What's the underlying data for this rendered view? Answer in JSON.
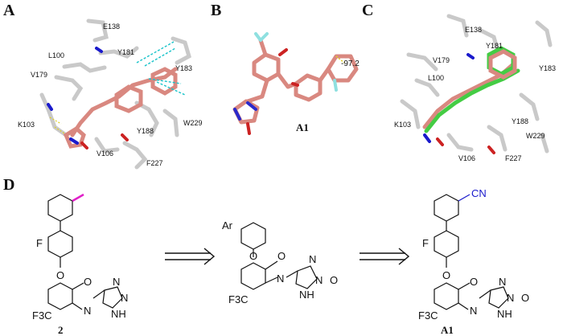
{
  "panels": {
    "a": "A",
    "b": "B",
    "c": "C",
    "d": "D"
  },
  "panel_a": {
    "residues": [
      "E138",
      "Y181",
      "L100",
      "V179",
      "Y183",
      "K103",
      "Y188",
      "W229",
      "V106",
      "F227"
    ]
  },
  "panel_b": {
    "angle": "-97.2",
    "compound": "A1"
  },
  "panel_c": {
    "residues": [
      "E138",
      "Y181",
      "V179",
      "L100",
      "Y183",
      "Y188",
      "K103",
      "W229",
      "V106",
      "F227"
    ]
  },
  "panel_d": {
    "left": {
      "F": "F",
      "O": "O",
      "O2": "O",
      "N": "N",
      "N2": "N",
      "N3": "N",
      "NH": "NH",
      "F3C": "F3C",
      "caption": "2"
    },
    "mid": {
      "Ar": "Ar",
      "O": "O",
      "O2": "O",
      "N": "N",
      "N2": "N",
      "N3": "N",
      "NH": "NH",
      "O3": "O",
      "F3C": "F3C"
    },
    "right": {
      "CN": "CN",
      "F": "F",
      "O": "O",
      "O2": "O",
      "N": "N",
      "N2": "N",
      "N3": "N",
      "NH": "NH",
      "O3": "O",
      "F3C": "F3C",
      "caption": "A1"
    }
  },
  "colors": {
    "salmon": "#d98880",
    "green": "#44cc44",
    "blue": "#1a1acc",
    "magenta": "#e020c8",
    "cyan": "#17c3c9",
    "grey": "#c9c9c9"
  }
}
